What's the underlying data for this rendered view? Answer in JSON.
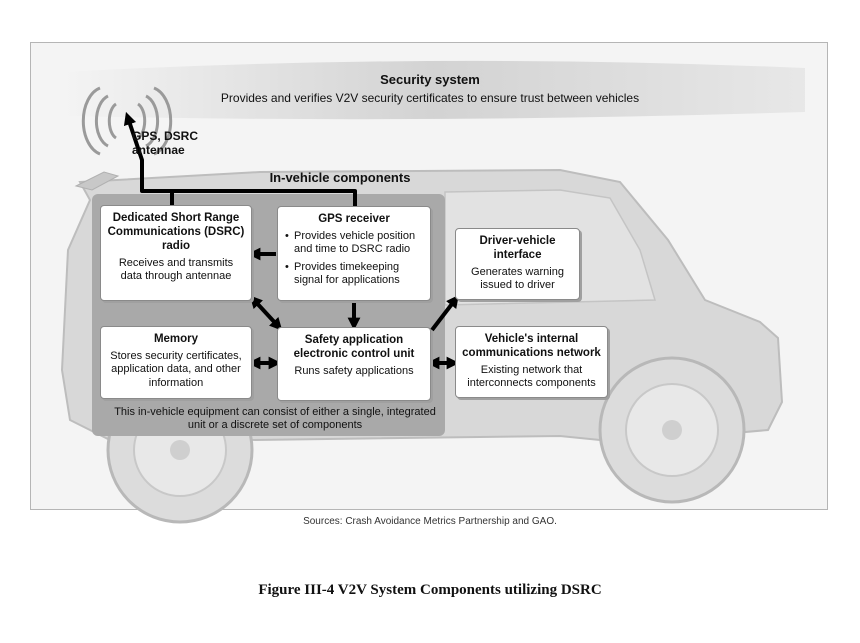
{
  "security_system": {
    "title": "Security system",
    "description": "Provides and verifies V2V security certificates to ensure trust between vehicles"
  },
  "antenna_label": "GPS, DSRC antennae",
  "in_vehicle_title": "In-vehicle components",
  "boxes": {
    "dsrc": {
      "title": "Dedicated Short Range Communications (DSRC) radio",
      "description": "Receives and transmits data through antennae"
    },
    "gps": {
      "title": "GPS receiver",
      "bullets": [
        "Provides vehicle position and time to DSRC radio",
        "Provides timekeeping signal for applications"
      ]
    },
    "driver_vehicle_interface": {
      "title": "Driver-vehicle interface",
      "description": "Generates warning issued to driver"
    },
    "memory": {
      "title": "Memory",
      "description": "Stores security certificates, application data, and other information"
    },
    "safety_ecu": {
      "title": "Safety application electronic control unit",
      "description": "Runs safety applications"
    },
    "internal_network": {
      "title": "Vehicle's internal communications network",
      "description": "Existing network that interconnects components"
    }
  },
  "equipment_note": "This in-vehicle equipment can consist of either a single, integrated unit or a discrete set of components",
  "sources": "Sources: Crash Avoidance Metrics Partnership and GAO.",
  "caption": "Figure III-4 V2V System Components utilizing DSRC",
  "colors": {
    "vehicle_fill": "#d8d8d8",
    "panel_fill": "#a9a9a9",
    "box_fill": "#ffffff",
    "arrow": "#000000"
  }
}
